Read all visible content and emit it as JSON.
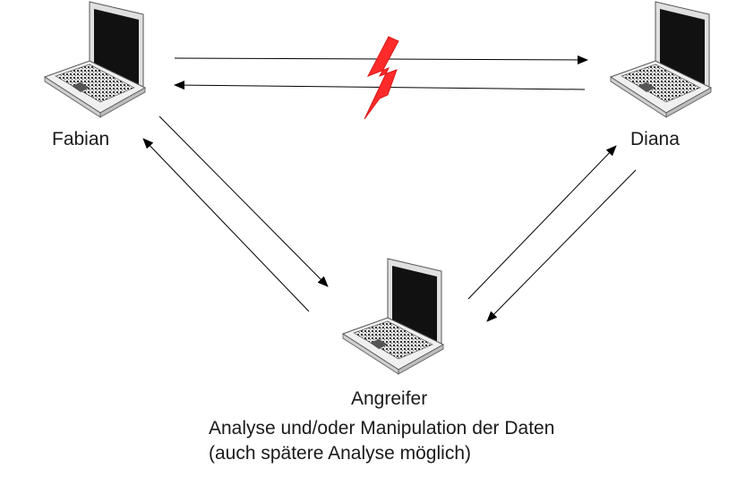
{
  "nodes": {
    "fabian": {
      "label": "Fabian",
      "icon": "laptop-icon"
    },
    "diana": {
      "label": "Diana",
      "icon": "laptop-icon"
    },
    "angreifer": {
      "label": "Angreifer",
      "icon": "laptop-icon"
    }
  },
  "attacker_note": {
    "line1": "Analyse und/oder Manipulation der Daten",
    "line2": "(auch spätere Analyse möglich)"
  },
  "interrupt_symbol": {
    "icon": "lightning-bolt-icon",
    "color": "#ff2a2a"
  }
}
